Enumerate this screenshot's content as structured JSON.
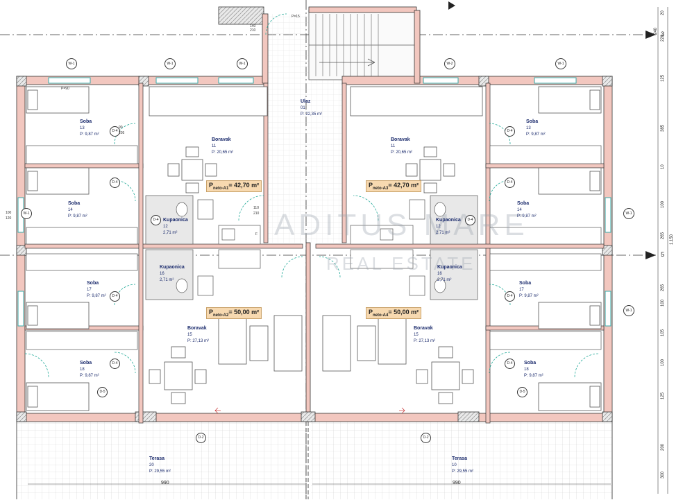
{
  "watermark": {
    "line1": "ADITUS MARE",
    "line2": "REAL ESTATE"
  },
  "axis_labels": {
    "a3": "3",
    "a5": "5"
  },
  "entrance": {
    "name": "Ulaz",
    "num": "01",
    "area": "P: 22,35 m²"
  },
  "rooms": [
    {
      "id": "a1-soba13",
      "name": "Soba",
      "num": "13",
      "area": "P: 9,87 m²"
    },
    {
      "id": "a1-soba14",
      "name": "Soba",
      "num": "14",
      "area": "P: 9,87 m²"
    },
    {
      "id": "a1-boravak11",
      "name": "Boravak",
      "num": "11",
      "area": "P: 20,65 m²"
    },
    {
      "id": "a1-kup12",
      "name": "Kupaonica",
      "num": "12",
      "area": "2,71 m²"
    },
    {
      "id": "a2-soba17",
      "name": "Soba",
      "num": "17",
      "area": "P: 9,87 m²"
    },
    {
      "id": "a2-soba18",
      "name": "Soba",
      "num": "18",
      "area": "P: 9,87 m²"
    },
    {
      "id": "a2-boravak15",
      "name": "Boravak",
      "num": "15",
      "area": "P: 27,13 m²"
    },
    {
      "id": "a2-kup16",
      "name": "Kupaonica",
      "num": "16",
      "area": "2,71 m²"
    },
    {
      "id": "a3-soba13",
      "name": "Soba",
      "num": "13",
      "area": "P: 9,87 m²"
    },
    {
      "id": "a3-soba14",
      "name": "Soba",
      "num": "14",
      "area": "P: 9,87 m²"
    },
    {
      "id": "a3-boravak11",
      "name": "Boravak",
      "num": "11",
      "area": "P: 20,65 m²"
    },
    {
      "id": "a3-kup12",
      "name": "Kupaonica",
      "num": "12",
      "area": "2,71 m²"
    },
    {
      "id": "a4-soba17",
      "name": "Soba",
      "num": "17",
      "area": "P: 9,87 m²"
    },
    {
      "id": "a4-soba18",
      "name": "Soba",
      "num": "18",
      "area": "P: 9,87 m²"
    },
    {
      "id": "a4-boravak15",
      "name": "Boravak",
      "num": "15",
      "area": "P: 27,13 m²"
    },
    {
      "id": "a4-kup16",
      "name": "Kupaonica",
      "num": "16",
      "area": "2,71 m²"
    },
    {
      "id": "terasa-left",
      "name": "Terasa",
      "num": "20",
      "area": "P: 29,55 m²"
    },
    {
      "id": "terasa-right",
      "name": "Terasa",
      "num": "10",
      "area": "P: 29,55 m²"
    }
  ],
  "apartment_areas": [
    {
      "id": "a1",
      "label": "P",
      "sub": "neto-A1",
      "value": "= 42,70 m²"
    },
    {
      "id": "a3",
      "label": "P",
      "sub": "neto-A3",
      "value": "= 42,70 m²"
    },
    {
      "id": "a2",
      "label": "P",
      "sub": "neto-A2",
      "value": "= 50,00 m²"
    },
    {
      "id": "a4",
      "label": "P",
      "sub": "neto-A4",
      "value": "= 50,00 m²"
    }
  ],
  "window_tags": [
    "W-1",
    "W-1",
    "W-1",
    "W-2",
    "W-1",
    "W-1",
    "W-1",
    "W-1"
  ],
  "door_tags": [
    "D-4",
    "D-4",
    "D-4",
    "D-4",
    "D-4",
    "D-4",
    "D-4",
    "D-4",
    "D-4",
    "D-4",
    "D-5",
    "D-5",
    "D-2",
    "D-2"
  ],
  "dims_right": [
    "20",
    "220",
    "240",
    "125",
    "385",
    "10",
    "100",
    "265",
    "1.150",
    "265",
    "100",
    "105",
    "100",
    "125",
    "200",
    "300"
  ],
  "dims_bottom": [
    "990",
    "990"
  ],
  "small_labels": [
    "P=90",
    "P=15",
    "90",
    "205",
    "110",
    "210",
    "100",
    "120",
    "F",
    "140",
    "210"
  ]
}
